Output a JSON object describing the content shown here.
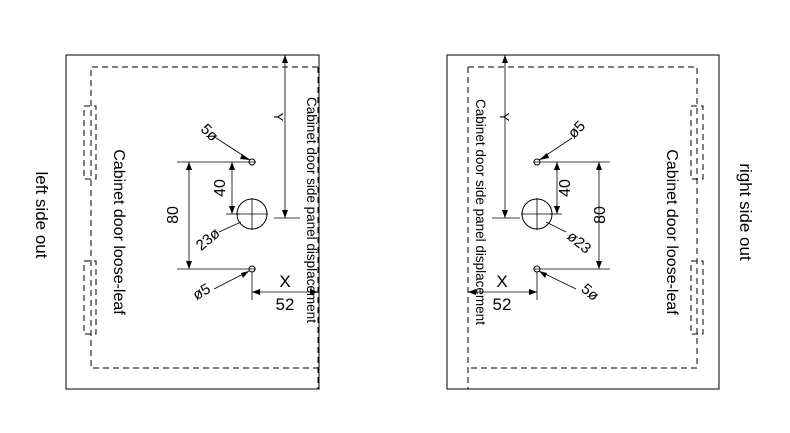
{
  "left_panel": {
    "side_label": "left side out",
    "hinge_label": "Cabinet door loose-leaf",
    "displacement_label": "Cabinet door side panel displacement",
    "dim_y": "Y",
    "dim_x": "X",
    "dim_x_value": "52",
    "dim_80": "80",
    "dim_40": "40",
    "hole_top": "5ø",
    "hole_center": "23ø",
    "hole_bottom": "ø5"
  },
  "right_panel": {
    "side_label": "right side out",
    "hinge_label": "Cabinet door loose-leaf",
    "displacement_label": "Cabinet door side panel displacement",
    "dim_y": "Y",
    "dim_x": "X",
    "dim_x_value": "52",
    "dim_80": "80",
    "dim_40": "40",
    "hole_top": "ø5",
    "hole_center": "ø23",
    "hole_bottom": "5ø"
  }
}
